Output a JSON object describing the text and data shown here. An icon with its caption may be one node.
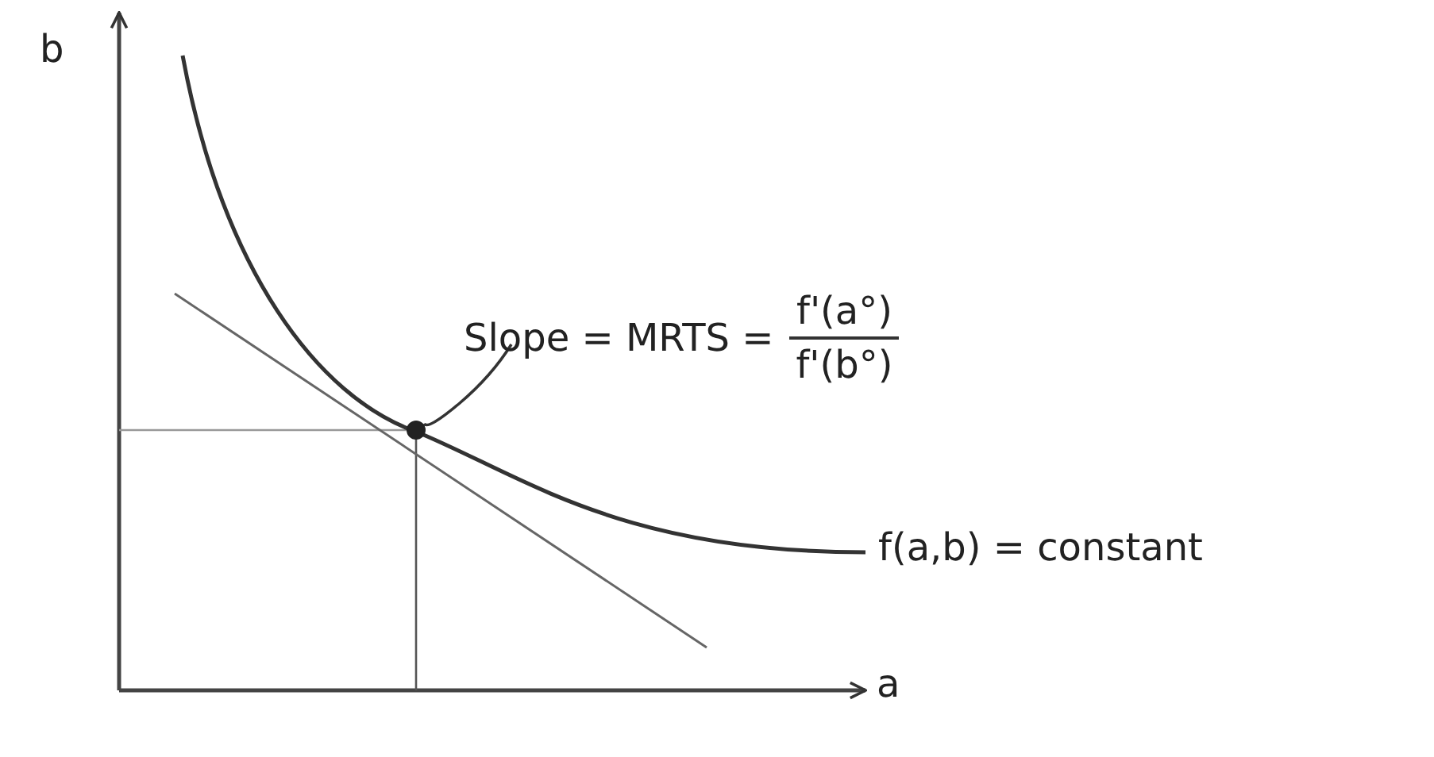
{
  "diagram": {
    "nodes": [
      {
        "text": [
          "Slope = MRTS =",
          "f'(a°)",
          "f'(b°)"
        ]
      },
      {
        "text": [],
        "shape": "circle"
      }
    ],
    "edges": [
      {
        "from": 0,
        "to": 1,
        "arrow": "none"
      }
    ],
    "labels": [
      "b",
      "a",
      "f(a,b) = constant"
    ]
  }
}
